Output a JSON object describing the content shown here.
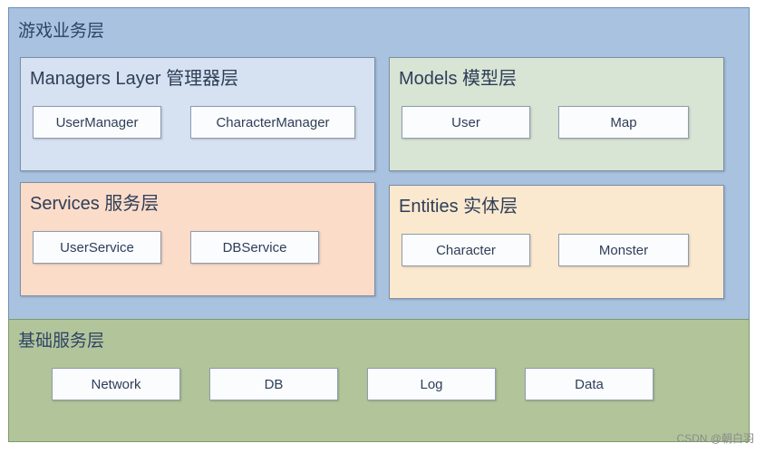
{
  "game_layer": {
    "title": "游戏业务层"
  },
  "managers": {
    "title": "Managers Layer 管理器层",
    "items": [
      "UserManager",
      "CharacterManager"
    ]
  },
  "models": {
    "title": "Models 模型层",
    "items": [
      "User",
      "Map"
    ]
  },
  "services": {
    "title": "Services 服务层",
    "items": [
      "UserService",
      "DBService"
    ]
  },
  "entities": {
    "title": "Entities 实体层",
    "items": [
      "Character",
      "Monster"
    ]
  },
  "base_layer": {
    "title": "基础服务层",
    "items": [
      "Network",
      "DB",
      "Log",
      "Data"
    ]
  },
  "watermark": "CSDN @朝白羽",
  "colors": {
    "game_layer_bg": "#a9c2e0",
    "base_layer_bg": "#b2c59a",
    "managers_bg": "#d6e1f1",
    "models_bg": "#d8e4d4",
    "services_bg": "#fbdcc9",
    "entities_bg": "#fbe9cf",
    "text": "#2e3e58"
  }
}
